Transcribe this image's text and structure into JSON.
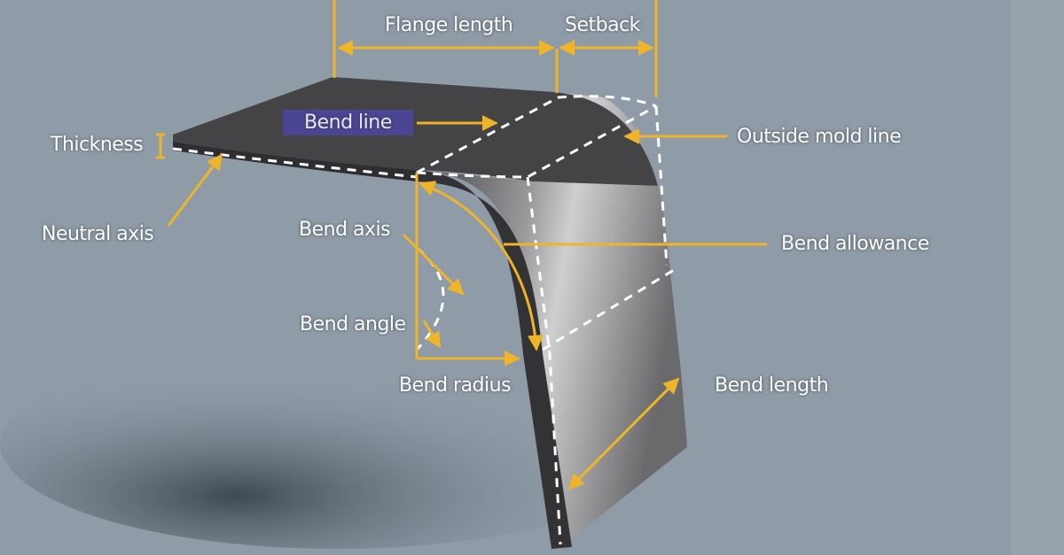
{
  "colors": {
    "background": "#8f9ba6",
    "annotation": "#f0b429",
    "metal": "#4a4a4c",
    "highlight_box": "#4a4694"
  },
  "labels": {
    "flange_length": "Flange length",
    "setback": "Setback",
    "bend_line": "Bend line",
    "thickness": "Thickness",
    "outside_mold_line": "Outside mold line",
    "neutral_axis": "Neutral axis",
    "bend_axis": "Bend axis",
    "bend_allowance": "Bend allowance",
    "bend_angle": "Bend angle",
    "bend_radius": "Bend radius",
    "bend_length": "Bend length"
  }
}
